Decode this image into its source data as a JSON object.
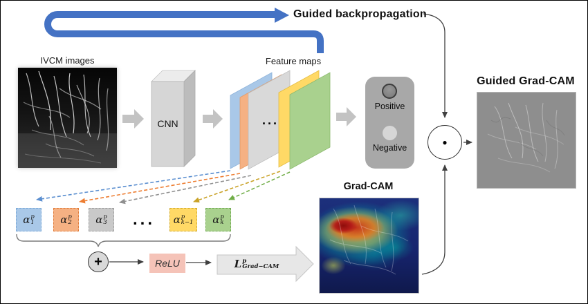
{
  "labels": {
    "guided_backpropagation": "Guided backpropagation",
    "ivcm_images": "IVCM images",
    "cnn": "CNN",
    "feature_maps": "Feature maps",
    "feature_maps_dots": "...",
    "positive": "Positive",
    "negative": "Negative",
    "guided_grad_cam": "Guided Grad-CAM",
    "grad_cam": "Grad-CAM",
    "relu": "ReLU",
    "alpha_dots": "...",
    "plus_operator": "+",
    "dot_operator": "●"
  },
  "alpha_coefficients": [
    {
      "symbol": "α",
      "sup": "p",
      "sub": "1",
      "color": "#a9c8e8",
      "border": "#79a8d8"
    },
    {
      "symbol": "α",
      "sup": "p",
      "sub": "2",
      "color": "#f5b183",
      "border": "#e07b39"
    },
    {
      "symbol": "α",
      "sup": "p",
      "sub": "3",
      "color": "#c9c9c9",
      "border": "#9c9c9c"
    },
    {
      "symbol": "α",
      "sup": "p",
      "sub": "k−1",
      "color": "#ffd966",
      "border": "#d0a92c"
    },
    {
      "symbol": "α",
      "sup": "p",
      "sub": "k",
      "color": "#a9d18e",
      "border": "#6faa4e"
    }
  ],
  "grad_cam_term": {
    "symbol": "L",
    "sup": "p",
    "sub": "Grad−CAM"
  },
  "colors": {
    "backprop_arrow": "#4472c4",
    "block_arrow_gray": "#c3c3c3",
    "feature_map_blue": "#a9c8e8",
    "feature_map_orange": "#f5b183",
    "feature_map_gray": "#d9d9d9",
    "feature_map_yellow": "#ffd966",
    "feature_map_green": "#a9d18e",
    "relu_box": "#f5c3b8",
    "posneg_box": "#a8a8a8",
    "dashed_blue": "#5b8fd0",
    "dashed_orange": "#ed7d31",
    "dashed_gray": "#8f8f8f",
    "dashed_yellow": "#c9a227",
    "dashed_green": "#70ad47"
  }
}
